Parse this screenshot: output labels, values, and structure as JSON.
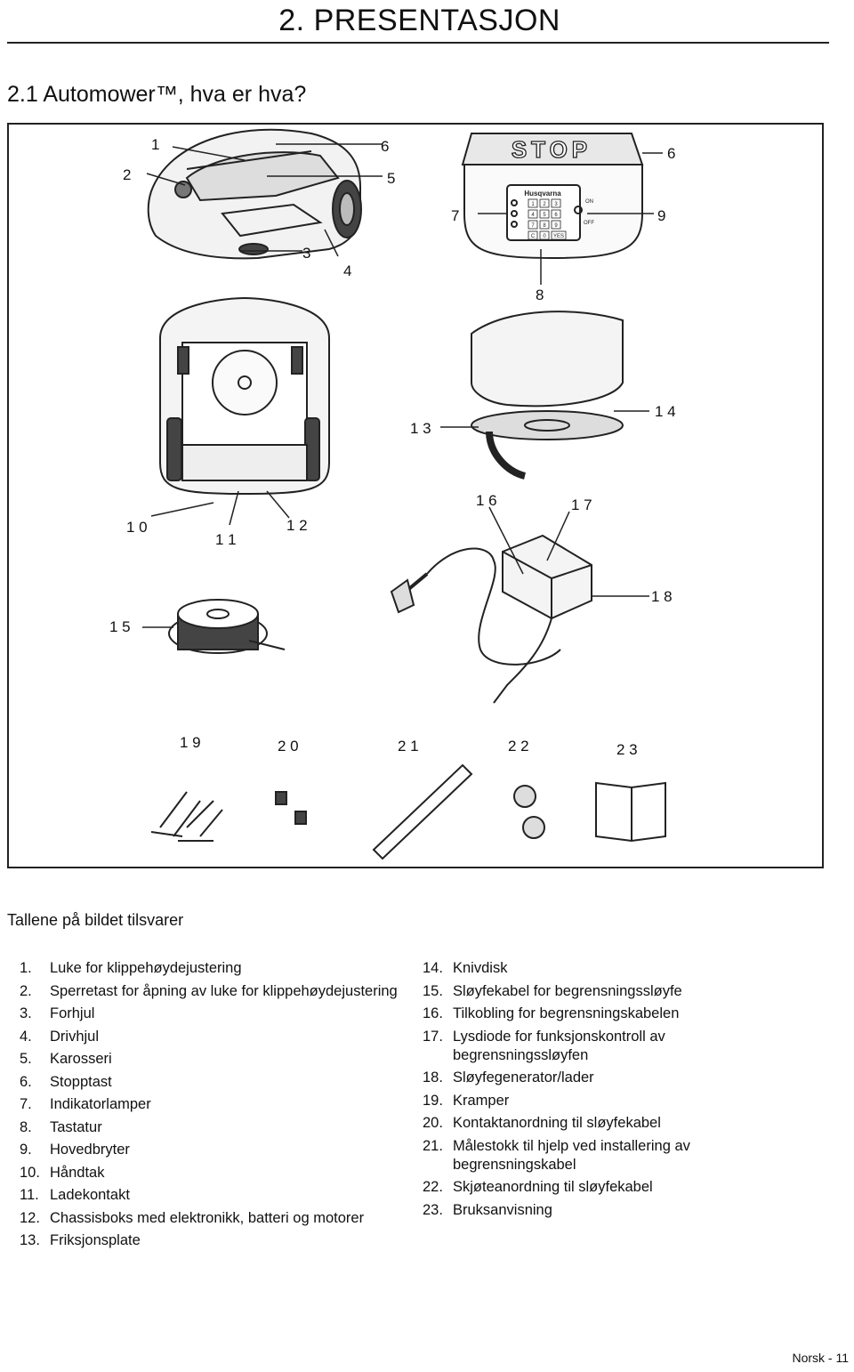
{
  "header": {
    "chapter": "2. PRESENTASJON"
  },
  "section": {
    "title": "2.1 Automower™, hva er hva?"
  },
  "figure": {
    "callouts": [
      "1",
      "2",
      "3",
      "4",
      "5",
      "6",
      "6",
      "7",
      "8",
      "9",
      "1 0",
      "1 1",
      "1 2",
      "1 3",
      "1 4",
      "1 5",
      "1 6",
      "1 7",
      "1 8",
      "1 9",
      "2 0",
      "2 1",
      "2 2",
      "2 3"
    ],
    "panel_stop_label": "STOP",
    "panel_brand_label": "Husqvarna",
    "keypad_keys": [
      "1",
      "2",
      "3",
      "4",
      "5",
      "6",
      "7",
      "8",
      "9",
      "C",
      "0",
      "YES"
    ],
    "switch_on": "ON",
    "switch_off": "OFF"
  },
  "caption": "Tallene på bildet tilsvarer",
  "legend_left": [
    {
      "num": "1.",
      "text": "Luke for klippehøydejustering"
    },
    {
      "num": "2.",
      "text": "Sperretast for åpning av luke for klippehøydejustering"
    },
    {
      "num": "3.",
      "text": "Forhjul"
    },
    {
      "num": "4.",
      "text": "Drivhjul"
    },
    {
      "num": "5.",
      "text": "Karosseri"
    },
    {
      "num": "6.",
      "text": "Stopptast"
    },
    {
      "num": "7.",
      "text": "Indikatorlamper"
    },
    {
      "num": "8.",
      "text": "Tastatur"
    },
    {
      "num": "9.",
      "text": "Hovedbryter"
    },
    {
      "num": "10.",
      "text": "Håndtak"
    },
    {
      "num": "11.",
      "text": "Ladekontakt"
    },
    {
      "num": "12.",
      "text": "Chassisboks med elektronikk, batteri og motorer"
    },
    {
      "num": "13.",
      "text": "Friksjonsplate"
    }
  ],
  "legend_right": [
    {
      "num": "14.",
      "text": "Knivdisk"
    },
    {
      "num": "15.",
      "text": "Sløyfekabel for begrensningssløyfe"
    },
    {
      "num": "16.",
      "text": "Tilkobling for begrensningskabelen"
    },
    {
      "num": "17.",
      "text": "Lysdiode for funksjonskontroll av begrensningssløyfen"
    },
    {
      "num": "18.",
      "text": "Sløyfegenerator/lader"
    },
    {
      "num": "19.",
      "text": "Kramper"
    },
    {
      "num": "20.",
      "text": "Kontaktanordning til sløyfekabel"
    },
    {
      "num": "21.",
      "text": "Målestokk til hjelp ved installering av begrensningskabel"
    },
    {
      "num": "22.",
      "text": "Skjøteanordning til sløyfekabel"
    },
    {
      "num": "23.",
      "text": "Bruksanvisning"
    }
  ],
  "footer": {
    "page": "Norsk - 11"
  }
}
